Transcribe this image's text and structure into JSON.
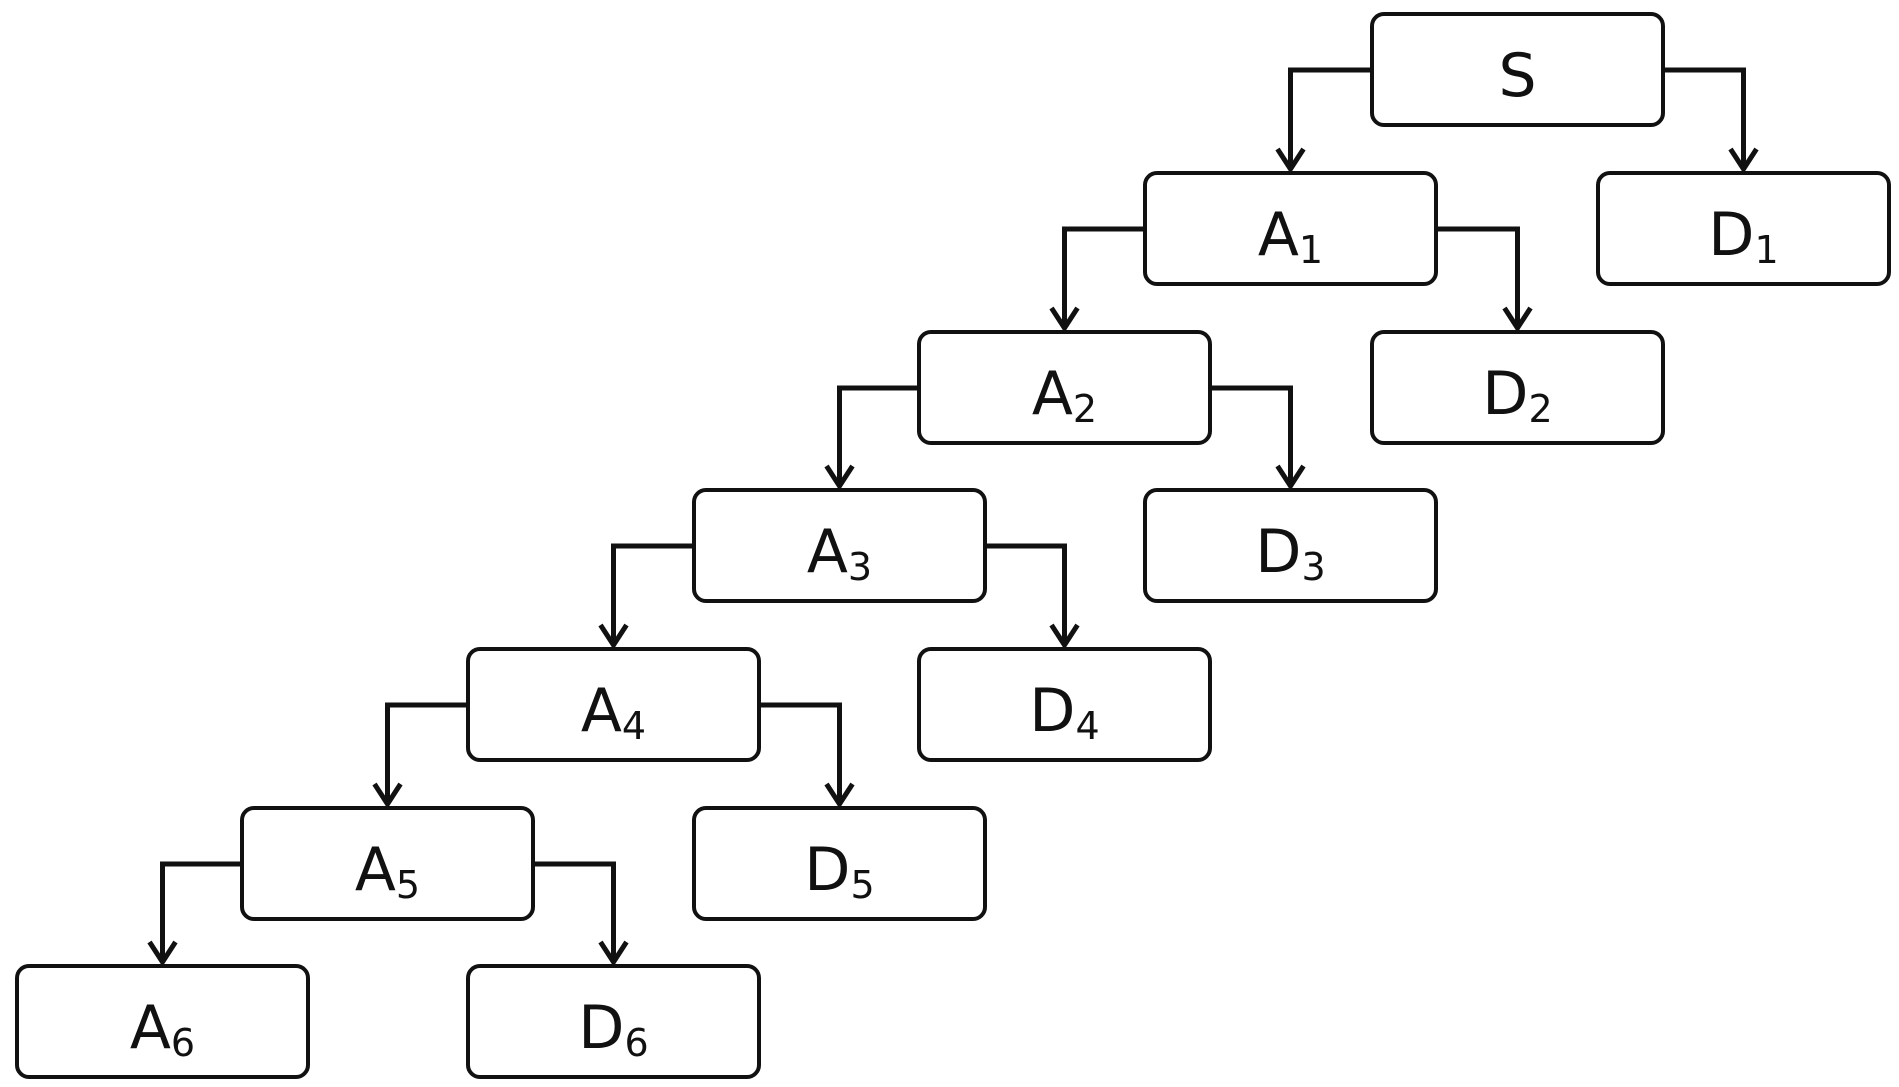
{
  "nodes": [
    {
      "id": "S",
      "base": "S",
      "sub": ""
    },
    {
      "id": "A1",
      "base": "A",
      "sub": "1"
    },
    {
      "id": "D1",
      "base": "D",
      "sub": "1"
    },
    {
      "id": "A2",
      "base": "A",
      "sub": "2"
    },
    {
      "id": "D2",
      "base": "D",
      "sub": "2"
    },
    {
      "id": "A3",
      "base": "A",
      "sub": "3"
    },
    {
      "id": "D3",
      "base": "D",
      "sub": "3"
    },
    {
      "id": "A4",
      "base": "A",
      "sub": "4"
    },
    {
      "id": "D4",
      "base": "D",
      "sub": "4"
    },
    {
      "id": "A5",
      "base": "A",
      "sub": "5"
    },
    {
      "id": "D5",
      "base": "D",
      "sub": "5"
    },
    {
      "id": "A6",
      "base": "A",
      "sub": "6"
    },
    {
      "id": "D6",
      "base": "D",
      "sub": "6"
    }
  ],
  "edges": [
    {
      "from": "S",
      "to": "A1"
    },
    {
      "from": "S",
      "to": "D1"
    },
    {
      "from": "A1",
      "to": "A2"
    },
    {
      "from": "A1",
      "to": "D2"
    },
    {
      "from": "A2",
      "to": "A3"
    },
    {
      "from": "A2",
      "to": "D3"
    },
    {
      "from": "A3",
      "to": "A4"
    },
    {
      "from": "A3",
      "to": "D4"
    },
    {
      "from": "A4",
      "to": "A5"
    },
    {
      "from": "A4",
      "to": "D5"
    },
    {
      "from": "A5",
      "to": "A6"
    },
    {
      "from": "A5",
      "to": "D6"
    }
  ]
}
